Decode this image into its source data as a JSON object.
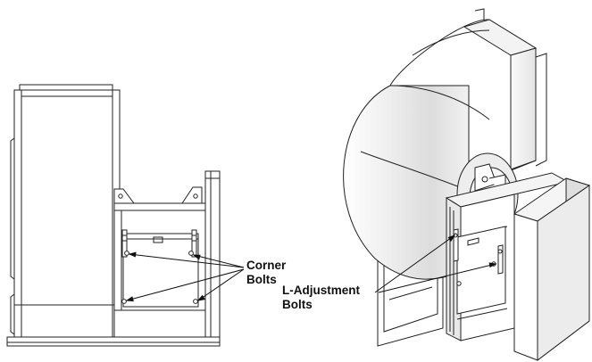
{
  "diagram": {
    "labels": {
      "corner_bolts_line1": "Corner",
      "corner_bolts_line2": "Bolts",
      "l_adjustment_line1": "L-Adjustment",
      "l_adjustment_line2": "Bolts"
    },
    "colors": {
      "line": "#222222",
      "shade_light": "#f3f3f3",
      "shade_mid": "#e6e6e6",
      "shade_dark": "#d6d6d6",
      "background": "#ffffff"
    }
  }
}
